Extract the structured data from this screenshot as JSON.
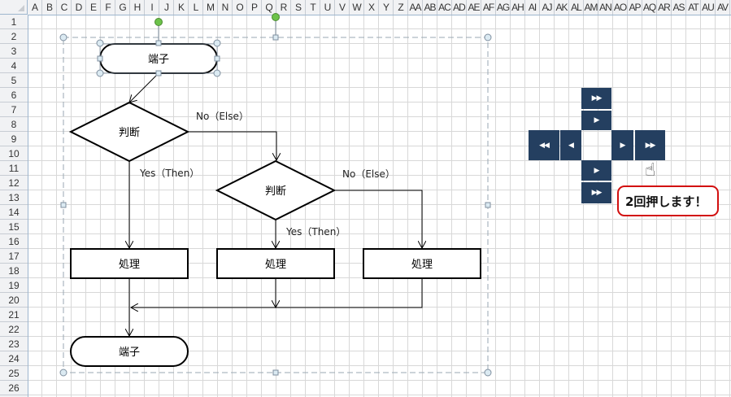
{
  "spreadsheet": {
    "columns": [
      "A",
      "B",
      "C",
      "D",
      "E",
      "F",
      "G",
      "H",
      "I",
      "J",
      "K",
      "L",
      "M",
      "N",
      "O",
      "P",
      "Q",
      "R",
      "S",
      "T",
      "U",
      "V",
      "W",
      "X",
      "Y",
      "Z",
      "AA",
      "AB",
      "AC",
      "AD",
      "AE",
      "AF",
      "AG",
      "AH",
      "AI",
      "AJ",
      "AK",
      "AL",
      "AM",
      "AN",
      "AO",
      "AP",
      "AQ",
      "AR",
      "AS",
      "AT",
      "AU",
      "AV"
    ],
    "rows": [
      "1",
      "2",
      "3",
      "4",
      "5",
      "6",
      "7",
      "8",
      "9",
      "10",
      "11",
      "12",
      "13",
      "14",
      "15",
      "16",
      "17",
      "18",
      "19",
      "20",
      "21",
      "22",
      "23",
      "24",
      "25",
      "26"
    ]
  },
  "flowchart": {
    "start_terminal": "端子",
    "decision_1": "判断",
    "decision_1_no": "No（Else）",
    "decision_1_yes": "Yes（Then）",
    "decision_2": "判断",
    "decision_2_no": "No（Else）",
    "decision_2_yes": "Yes（Then）",
    "process_1": "処理",
    "process_2": "処理",
    "process_3": "処理",
    "end_terminal": "端子"
  },
  "nav_pad": {
    "up_far": "▶▶",
    "up": "▶",
    "left_far": "◀◀",
    "left": "◀",
    "right": "▶",
    "right_far": "▶▶",
    "down": "▶",
    "down_far": "▶▶",
    "color": "#243f60"
  },
  "callout": {
    "text": "2回押します！",
    "border_color": "#d20f0f"
  },
  "cursor": {
    "icon": "hand-pointer-icon",
    "glyph": "☝"
  }
}
